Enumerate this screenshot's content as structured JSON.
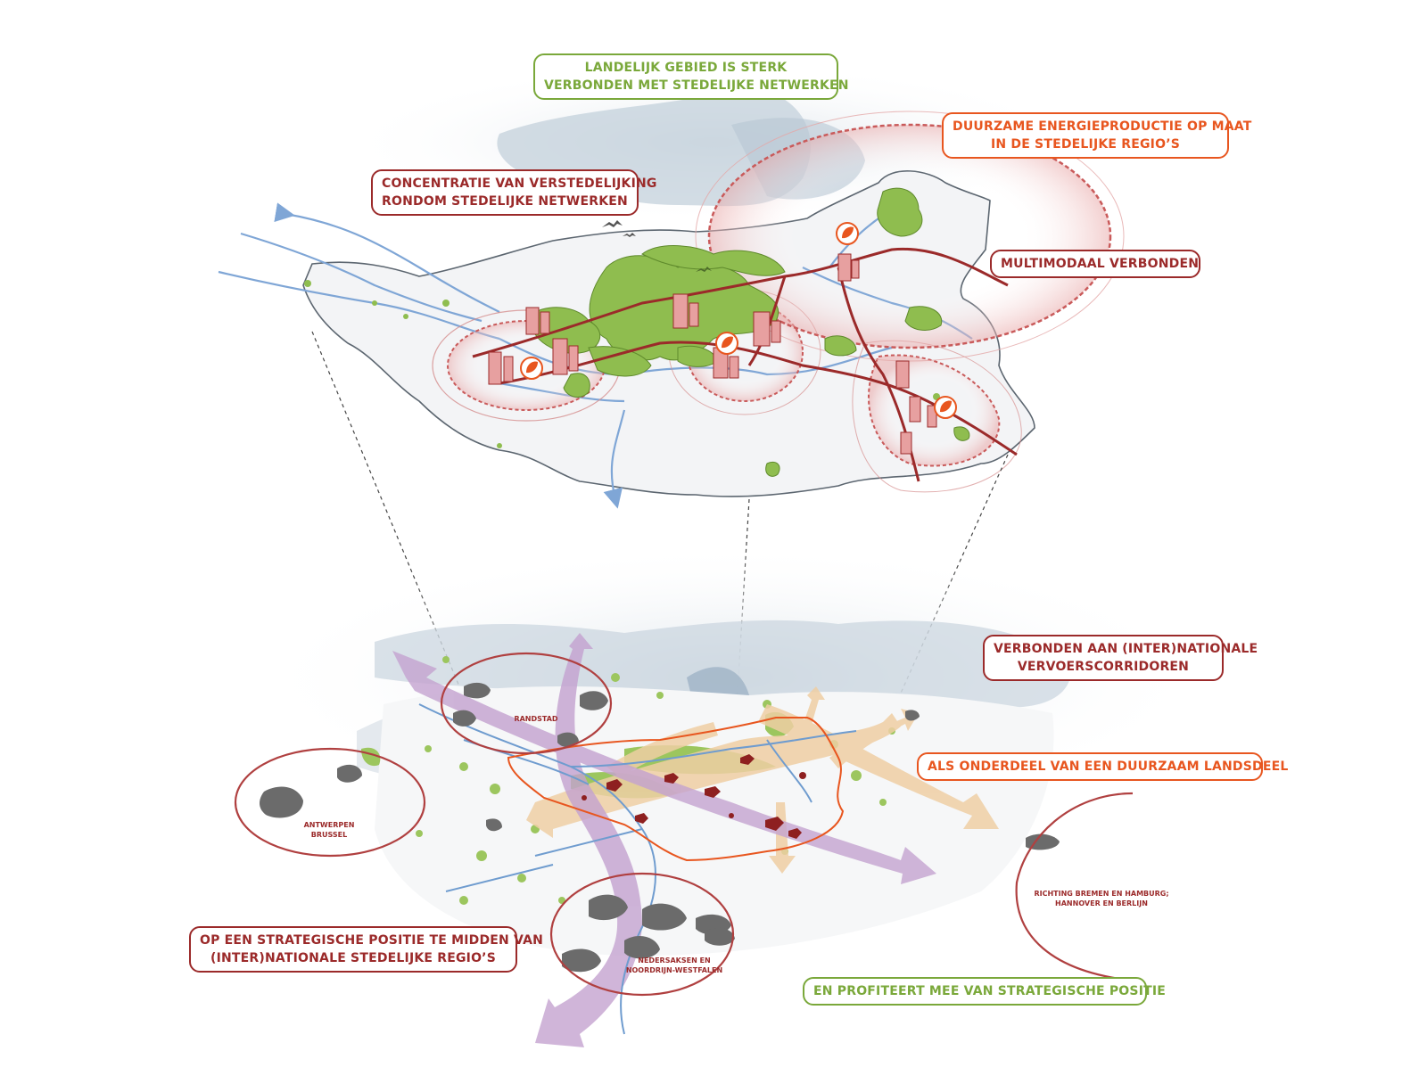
{
  "labels": {
    "rural_connected": [
      "LANDELIJK GEBIED IS STERK",
      "VERBONDEN MET STEDELIJKE NETWERKEN"
    ],
    "energy": [
      "DUURZAME ENERGIEPRODUCTIE OP MAAT",
      "IN DE STEDELIJKE REGIO’S"
    ],
    "concentration": [
      "CONCENTRATIE VAN VERSTEDELIJKING",
      "RONDOM STEDELIJKE NETWERKEN"
    ],
    "multimodal": "MULTIMODAAL VERBONDEN",
    "corridors": [
      "VERBONDEN AAN (INTER)NATIONALE",
      "VERVOERSCORRIDOREN"
    ],
    "sustainable": "ALS ONDERDEEL VAN EEN DUURZAAM LANDSDEEL",
    "strategic": [
      "OP EEN STRATEGISCHE POSITIE TE MIDDEN VAN",
      "(INTER)NATIONALE STEDELIJKE REGIO’S"
    ],
    "profits": "EN PROFITEERT MEE VAN STRATEGISCHE POSITIE"
  },
  "regions": {
    "randstad": "RANDSTAD",
    "antwerpen": [
      "ANTWERPEN",
      "BRUSSEL"
    ],
    "nedersaksen": [
      "NEDERSAKSEN EN",
      "NOORDRIJN-WESTFALEN"
    ],
    "bremen": [
      "RICHTING BREMEN EN HAMBURG;",
      "HANNOVER EN BERLIJN"
    ]
  },
  "colors": {
    "green": "#7aa83a",
    "red": "#9b2a2a",
    "orange": "#e8561f",
    "water": "#7fa6d6",
    "purple": "#c9a8d4",
    "beige": "#efcfa4"
  },
  "icons": [
    "leaf-energy-icon",
    "building-cluster-icon",
    "bird-icon",
    "arrow-corridor-icon"
  ]
}
